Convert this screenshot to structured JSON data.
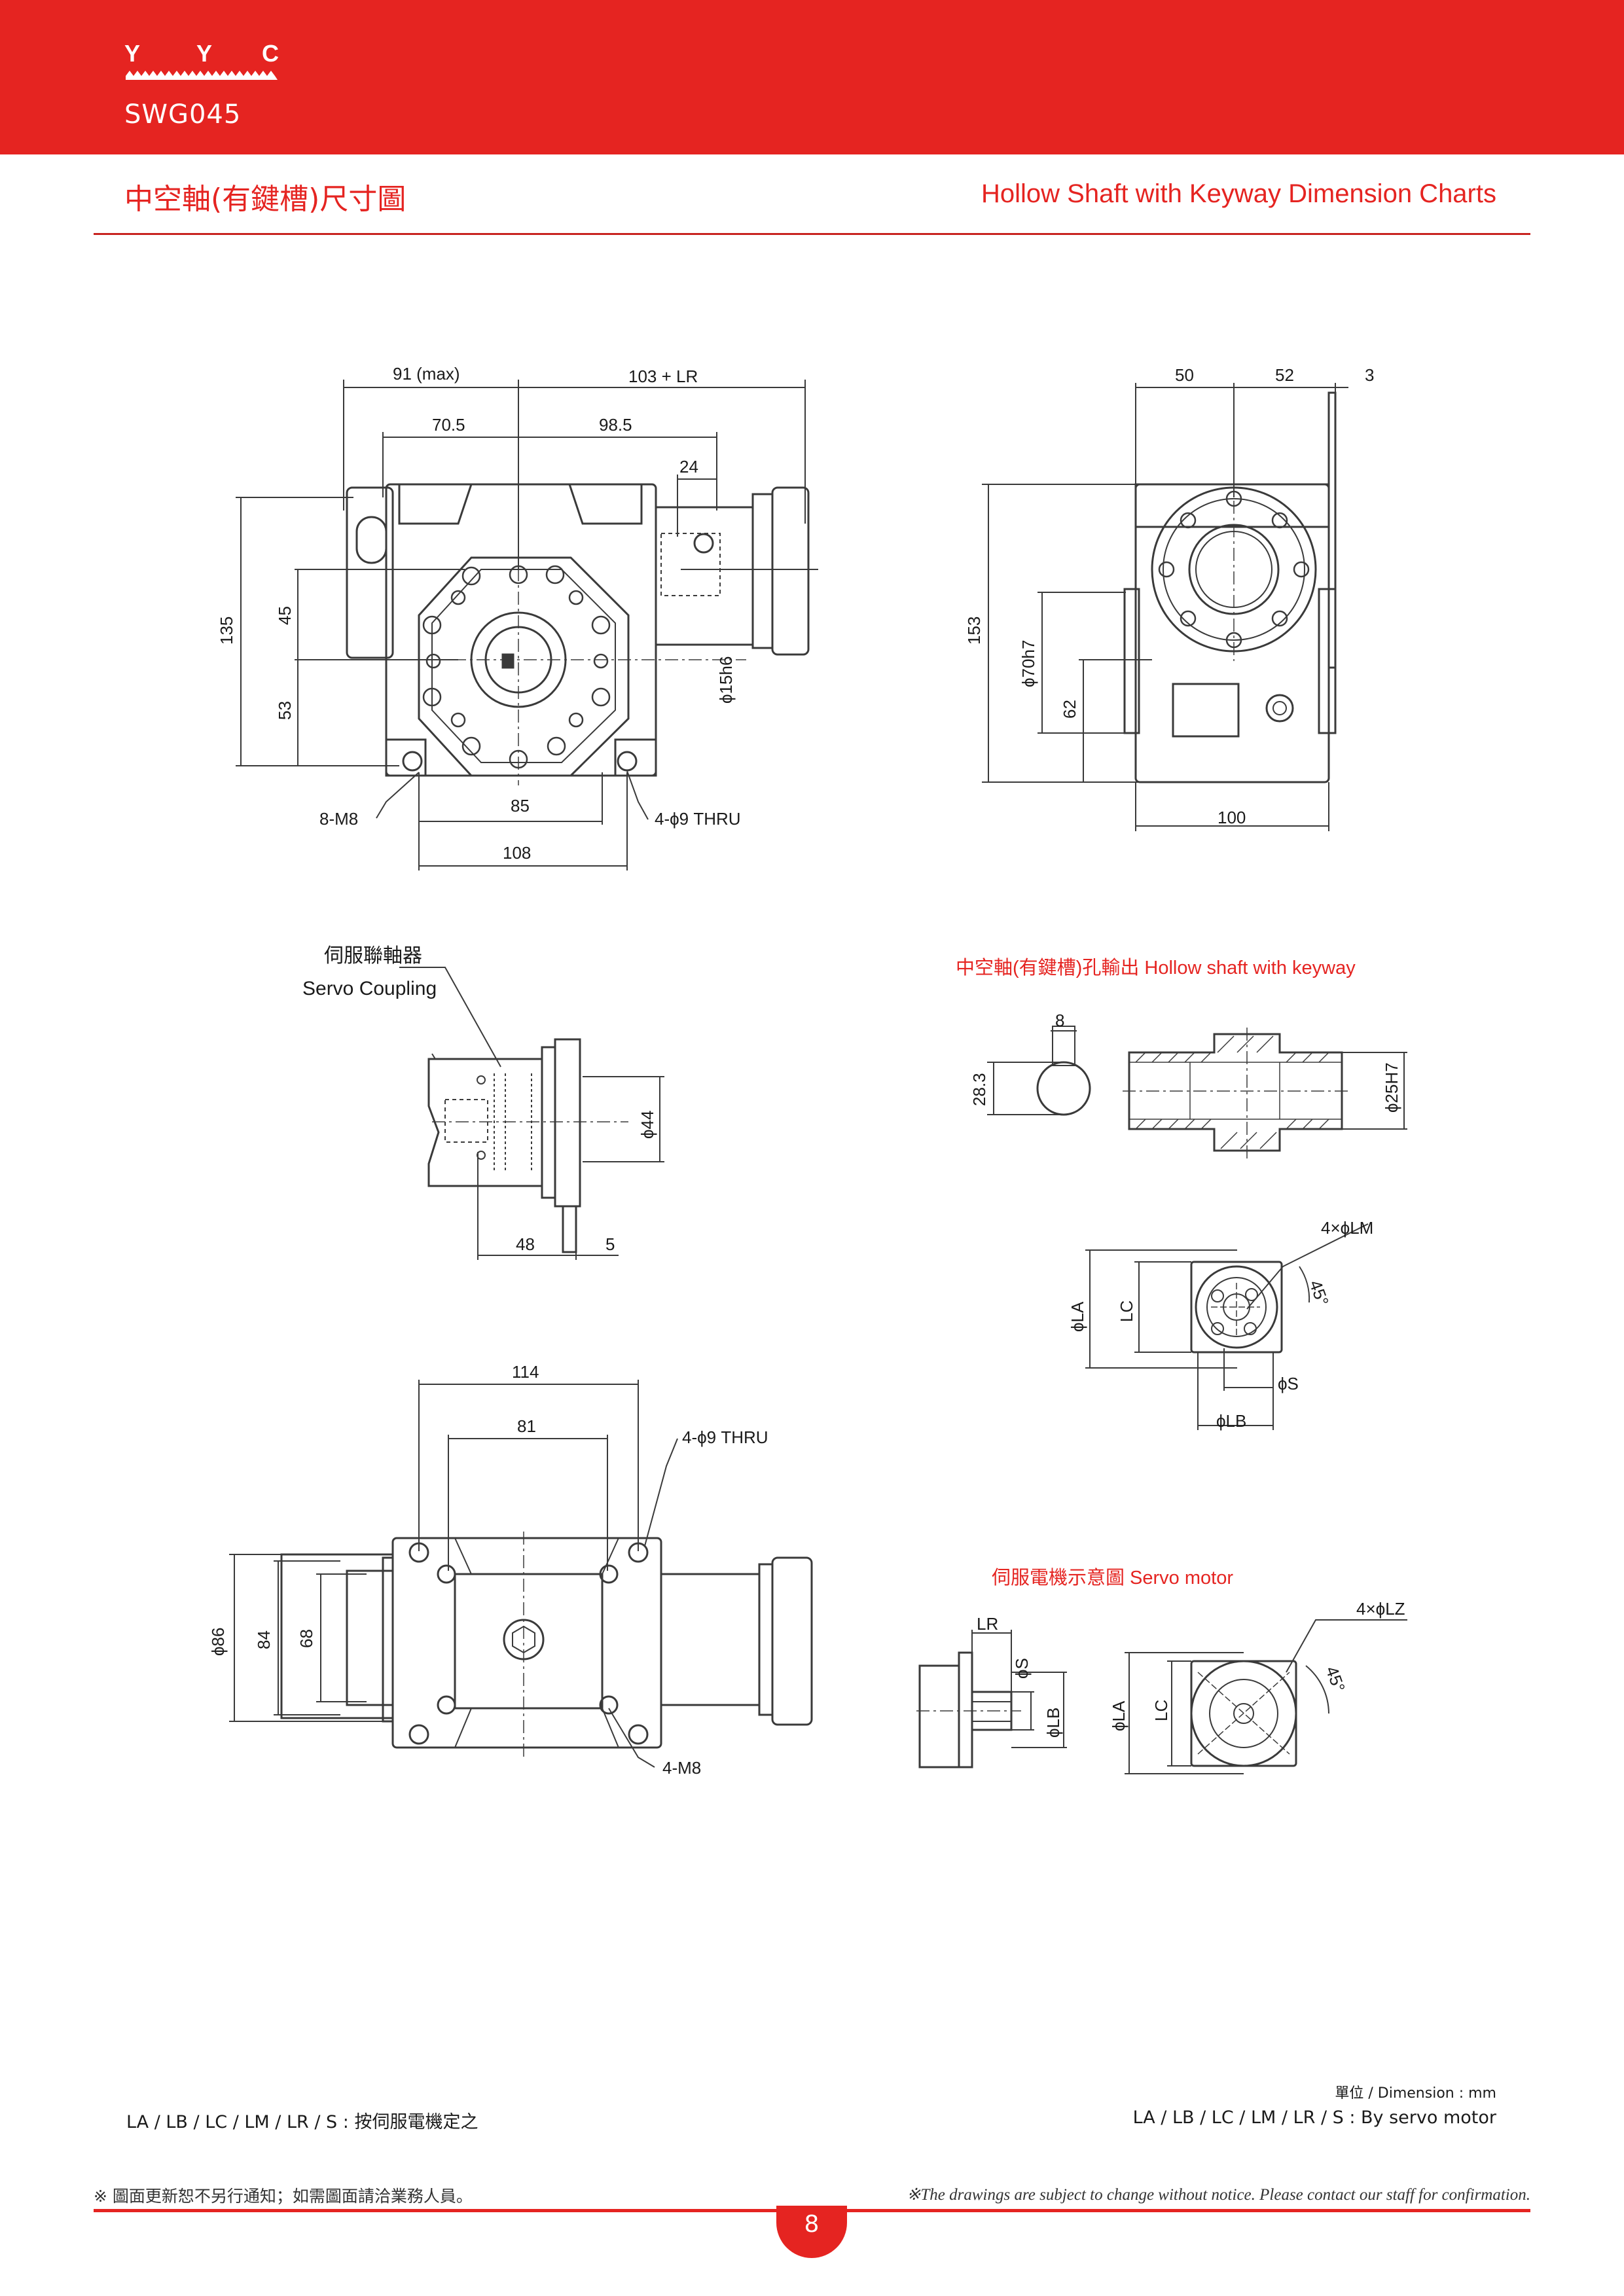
{
  "header": {
    "brand_letters": [
      "Y",
      "Y",
      "C"
    ],
    "model": "SWG045",
    "title_zh": "中空軸(有鍵槽)尺寸圖",
    "title_en": "Hollow Shaft  with Keyway Dimension Charts"
  },
  "colors": {
    "brand_red": "#e52421",
    "line": "#3a3a3a"
  },
  "front_view": {
    "dim_top_left": "91 (max)",
    "dim_top_right": "103 + LR",
    "dim_70_5": "70.5",
    "dim_98_5": "98.5",
    "dim_24": "24",
    "dim_135": "135",
    "dim_45": "45",
    "dim_53": "53",
    "dim_15h6": "ϕ15h6",
    "dim_85": "85",
    "dim_108": "108",
    "label_8m8": "8-M8",
    "label_4phi9": "4-ϕ9 THRU"
  },
  "side_view": {
    "dim_50": "50",
    "dim_52": "52",
    "dim_3": "3",
    "dim_153": "153",
    "dim_70h7": "ϕ70h7",
    "dim_62": "62",
    "dim_100": "100"
  },
  "coupling": {
    "label_zh": "伺服聯軸器",
    "label_en": "Servo Coupling",
    "dim_44": "ϕ44",
    "dim_48": "48",
    "dim_5": "5"
  },
  "hollow_shaft": {
    "title": "中空軸(有鍵槽)孔輸出  Hollow shaft with keyway",
    "dim_8": "8",
    "dim_28_3": "28.3",
    "dim_25h7": "ϕ25H7"
  },
  "flange": {
    "label_4lm": "4×ϕLM",
    "angle": "45°",
    "dim_la": "ϕLA",
    "dim_lc": "LC",
    "dim_s": "ϕS",
    "dim_lb": "ϕLB"
  },
  "bottom_view": {
    "dim_114": "114",
    "dim_81": "81",
    "label_4phi9": "4-ϕ9 THRU",
    "dim_86": "ϕ86",
    "dim_84": "84",
    "dim_68": "68",
    "label_4m8": "4-M8"
  },
  "servo_motor": {
    "title": "伺服電機示意圖  Servo motor",
    "dim_lr": "LR",
    "dim_s": "ϕS",
    "dim_lb": "ϕLB",
    "dim_la": "ϕLA",
    "dim_lc": "LC",
    "label_4lz": "4×ϕLZ",
    "angle": "45°"
  },
  "notes": {
    "left": "LA / LB / LC / LM / LR / S : 按伺服電機定之",
    "unit": "單位 / Dimension : mm",
    "right": "LA / LB / LC / LM / LR / S : By servo motor"
  },
  "footer": {
    "zh": "※ 圖面更新恕不另行通知；如需圖面請洽業務人員。",
    "en": "※The drawings are subject to change without notice. Please contact our staff for confirmation.",
    "page": "8"
  }
}
